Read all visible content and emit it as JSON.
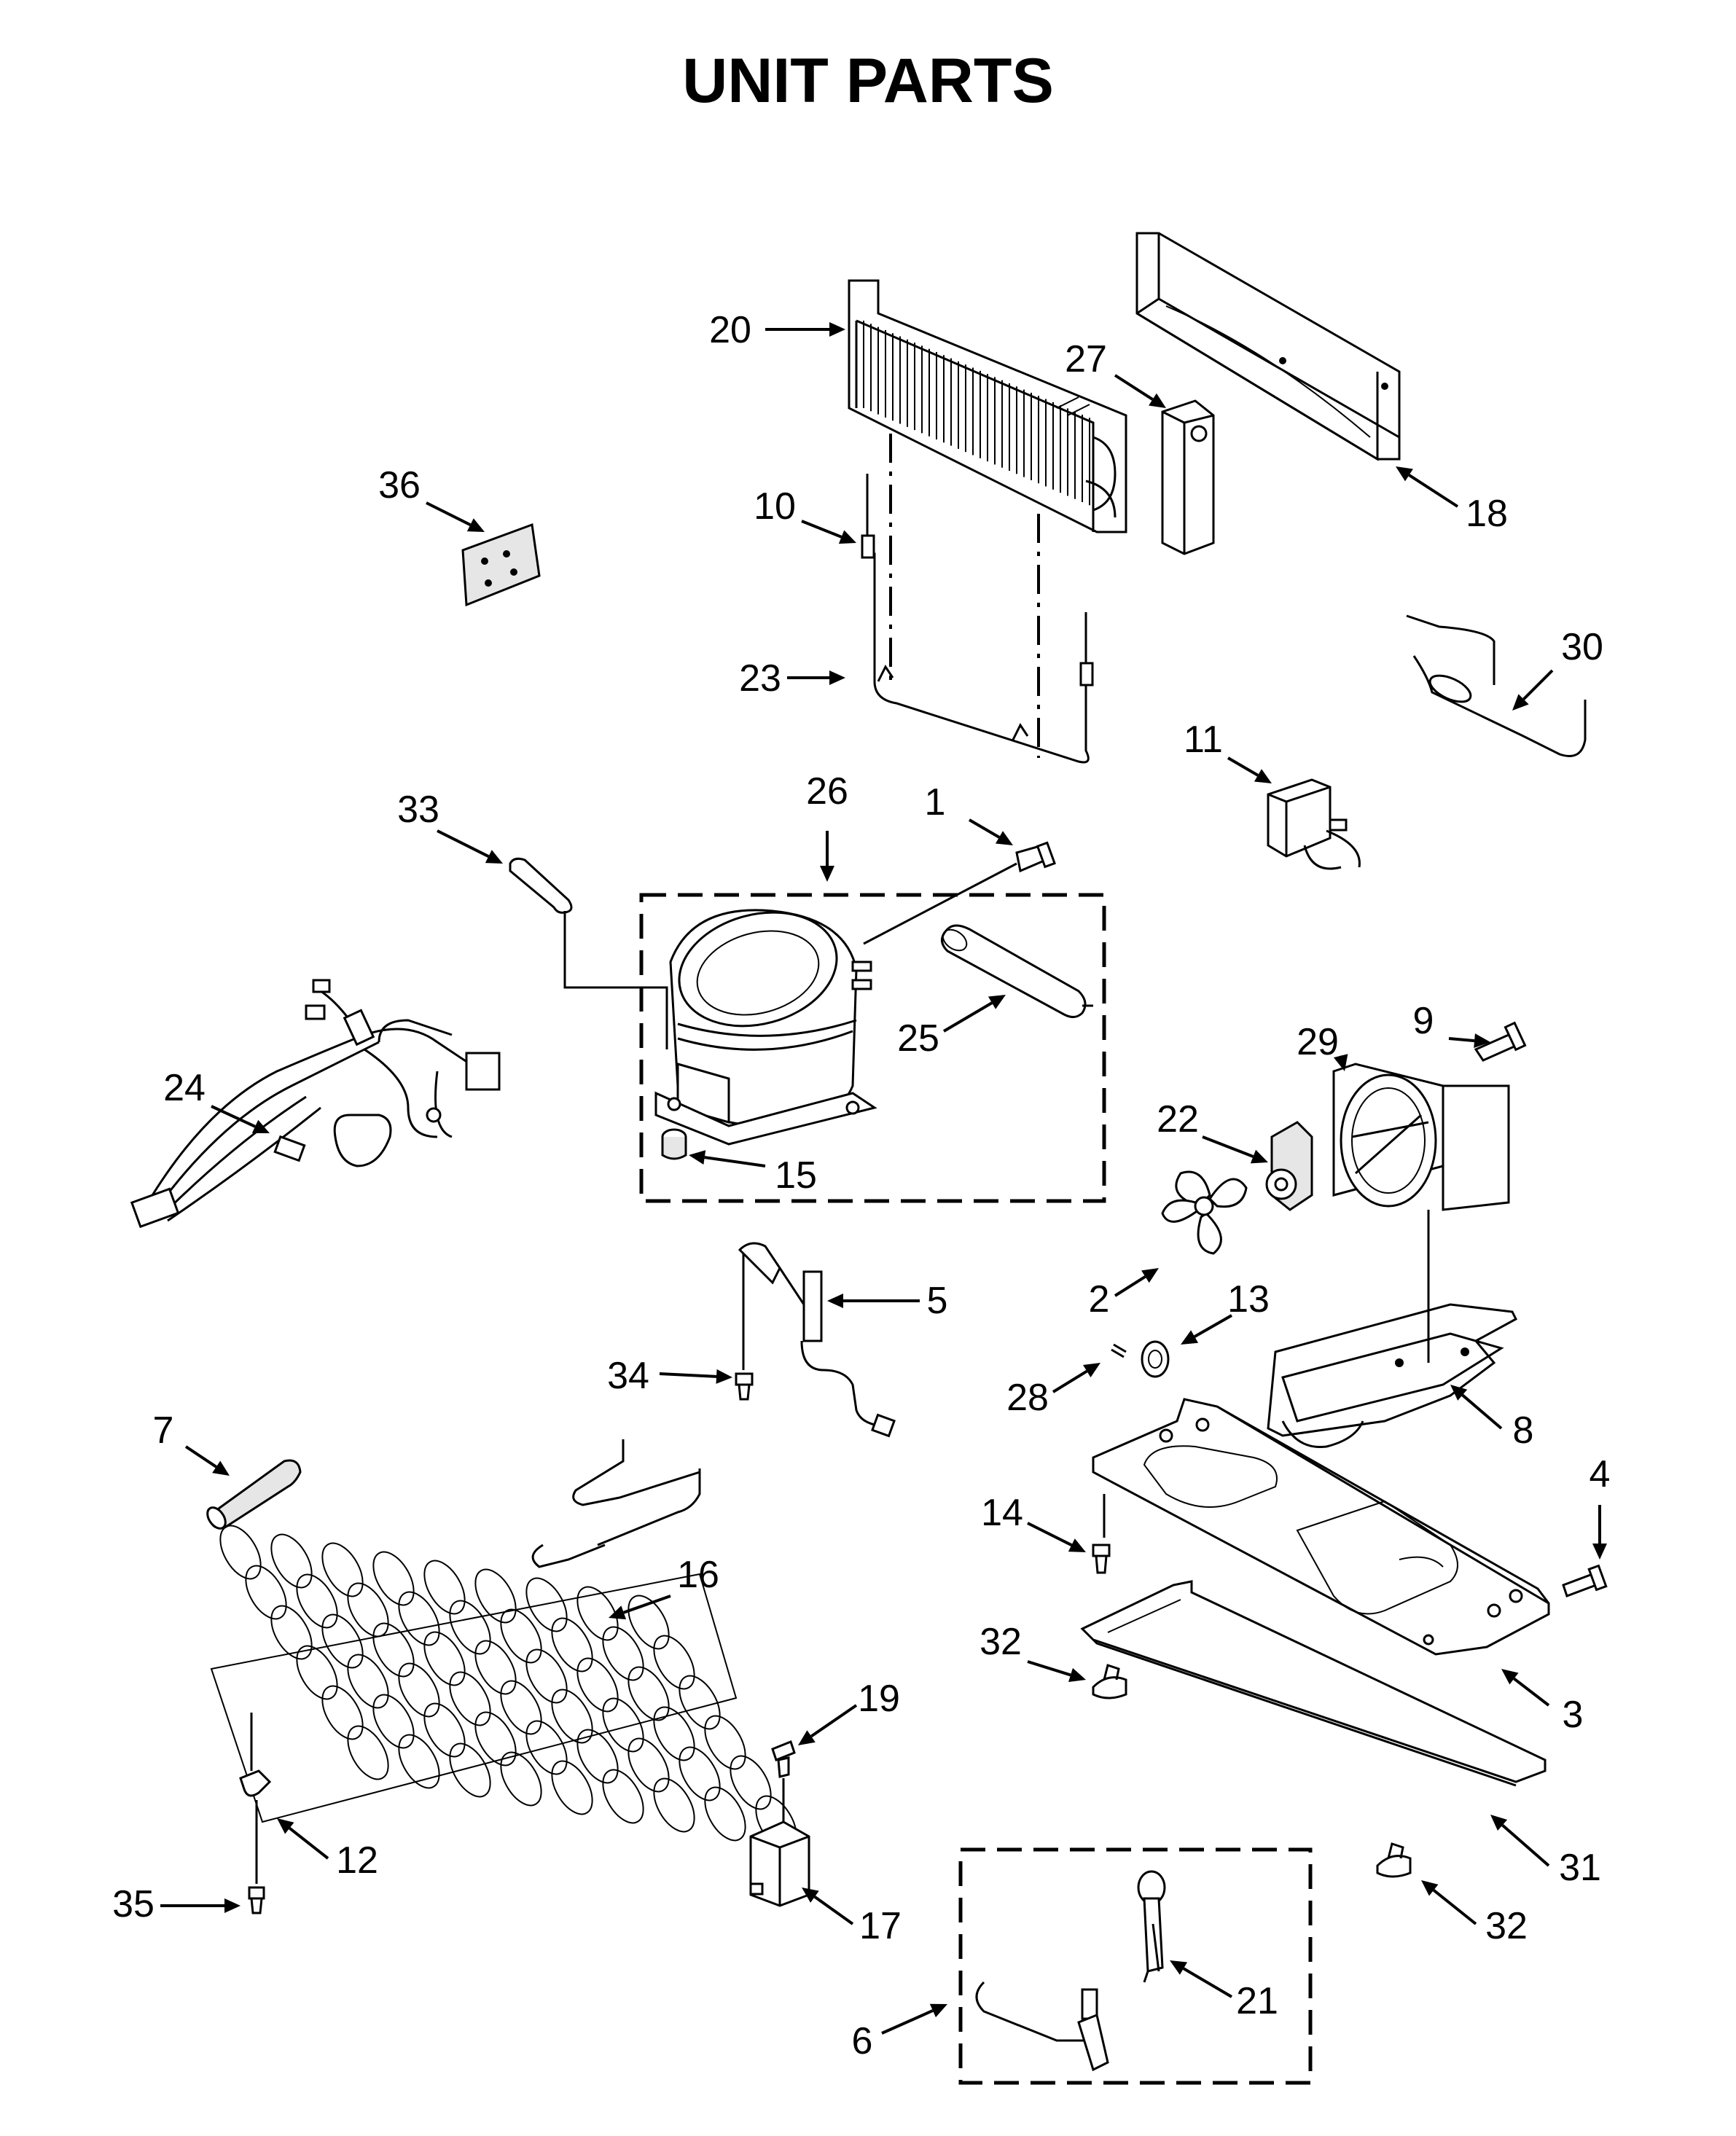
{
  "title": "UNIT PARTS",
  "callouts": [
    {
      "id": "1"
    },
    {
      "id": "2"
    },
    {
      "id": "3"
    },
    {
      "id": "4"
    },
    {
      "id": "5"
    },
    {
      "id": "6"
    },
    {
      "id": "7"
    },
    {
      "id": "8"
    },
    {
      "id": "9"
    },
    {
      "id": "10"
    },
    {
      "id": "11"
    },
    {
      "id": "12"
    },
    {
      "id": "13"
    },
    {
      "id": "14"
    },
    {
      "id": "15"
    },
    {
      "id": "16"
    },
    {
      "id": "17"
    },
    {
      "id": "18"
    },
    {
      "id": "19"
    },
    {
      "id": "20"
    },
    {
      "id": "21"
    },
    {
      "id": "22"
    },
    {
      "id": "23"
    },
    {
      "id": "24"
    },
    {
      "id": "25"
    },
    {
      "id": "26"
    },
    {
      "id": "27"
    },
    {
      "id": "28"
    },
    {
      "id": "29"
    },
    {
      "id": "30"
    },
    {
      "id": "31"
    },
    {
      "id": "32a",
      "label": "32"
    },
    {
      "id": "32b",
      "label": "32"
    },
    {
      "id": "33"
    },
    {
      "id": "34"
    },
    {
      "id": "35"
    },
    {
      "id": "36"
    }
  ]
}
